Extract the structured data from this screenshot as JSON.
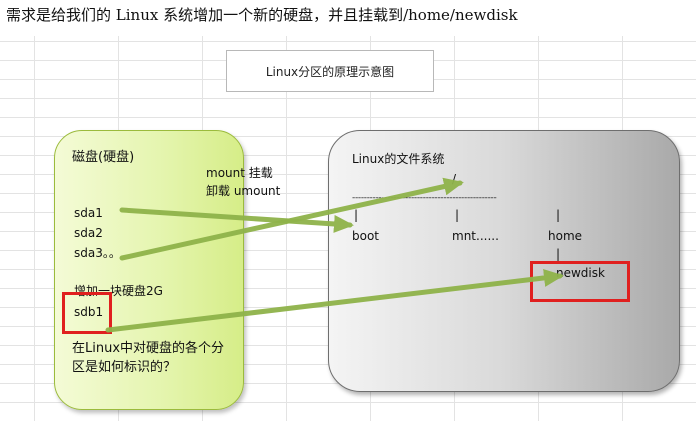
{
  "header": {
    "text": "需求是给我们的 Linux 系统增加一个新的硬盘，并且挂载到/home/newdisk"
  },
  "diagram": {
    "title": "Linux分区的原理示意图",
    "disk": {
      "heading": "磁盘(硬盘)",
      "partitions": [
        "sda1",
        "sda2",
        "sda3。。"
      ],
      "added_disk": "增加一块硬盘2G",
      "new_partition": "sdb1",
      "question": "在Linux中对硬盘的各个分区是如何标识的？"
    },
    "mount_labels": {
      "mount": "mount 挂载",
      "umount": "卸载 umount"
    },
    "filesystem": {
      "title": "Linux的文件系统",
      "root": "/",
      "dash_line": "-------------------------------------------------",
      "tick": "|",
      "dirs": [
        "boot",
        "mnt......",
        "home"
      ],
      "newdisk": "newdisk"
    },
    "colors": {
      "arrow": "#8fb34a",
      "highlight": "#e0201f",
      "disk_fill": "#e5f5b0",
      "fs_fill": "#d9d9d9"
    }
  }
}
